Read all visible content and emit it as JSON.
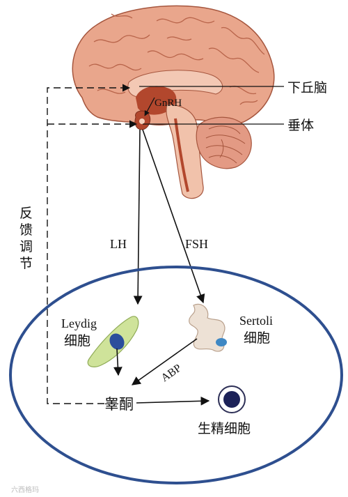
{
  "labels": {
    "hypothalamus": "下丘脑",
    "pituitary": "垂体",
    "gnrh": "GnRH",
    "feedback": [
      "反",
      "馈",
      "调",
      "节"
    ],
    "lh": "LH",
    "fsh": "FSH",
    "leydig": "Leydig",
    "leydig_cell": "细胞",
    "sertoli": "Sertoli",
    "sertoli_cell": "细胞",
    "abp": "ABP",
    "testosterone": "睾酮",
    "sperm_cell": "生精细胞"
  },
  "watermark": "六西格玛",
  "colors": {
    "brain": "#e8a48a",
    "brain_outline": "#a5553d",
    "inner_red": "#b2472d",
    "cerebellum": "#e39a84",
    "oval": "#2e4f8f",
    "leydig_cell": "#cfe39a",
    "leydig_nucleus": "#2b4e9c",
    "sertoli_cell": "#ede1d5",
    "sertoli_nucleus": "#3f88c4",
    "sperm_core": "#1c2258"
  }
}
